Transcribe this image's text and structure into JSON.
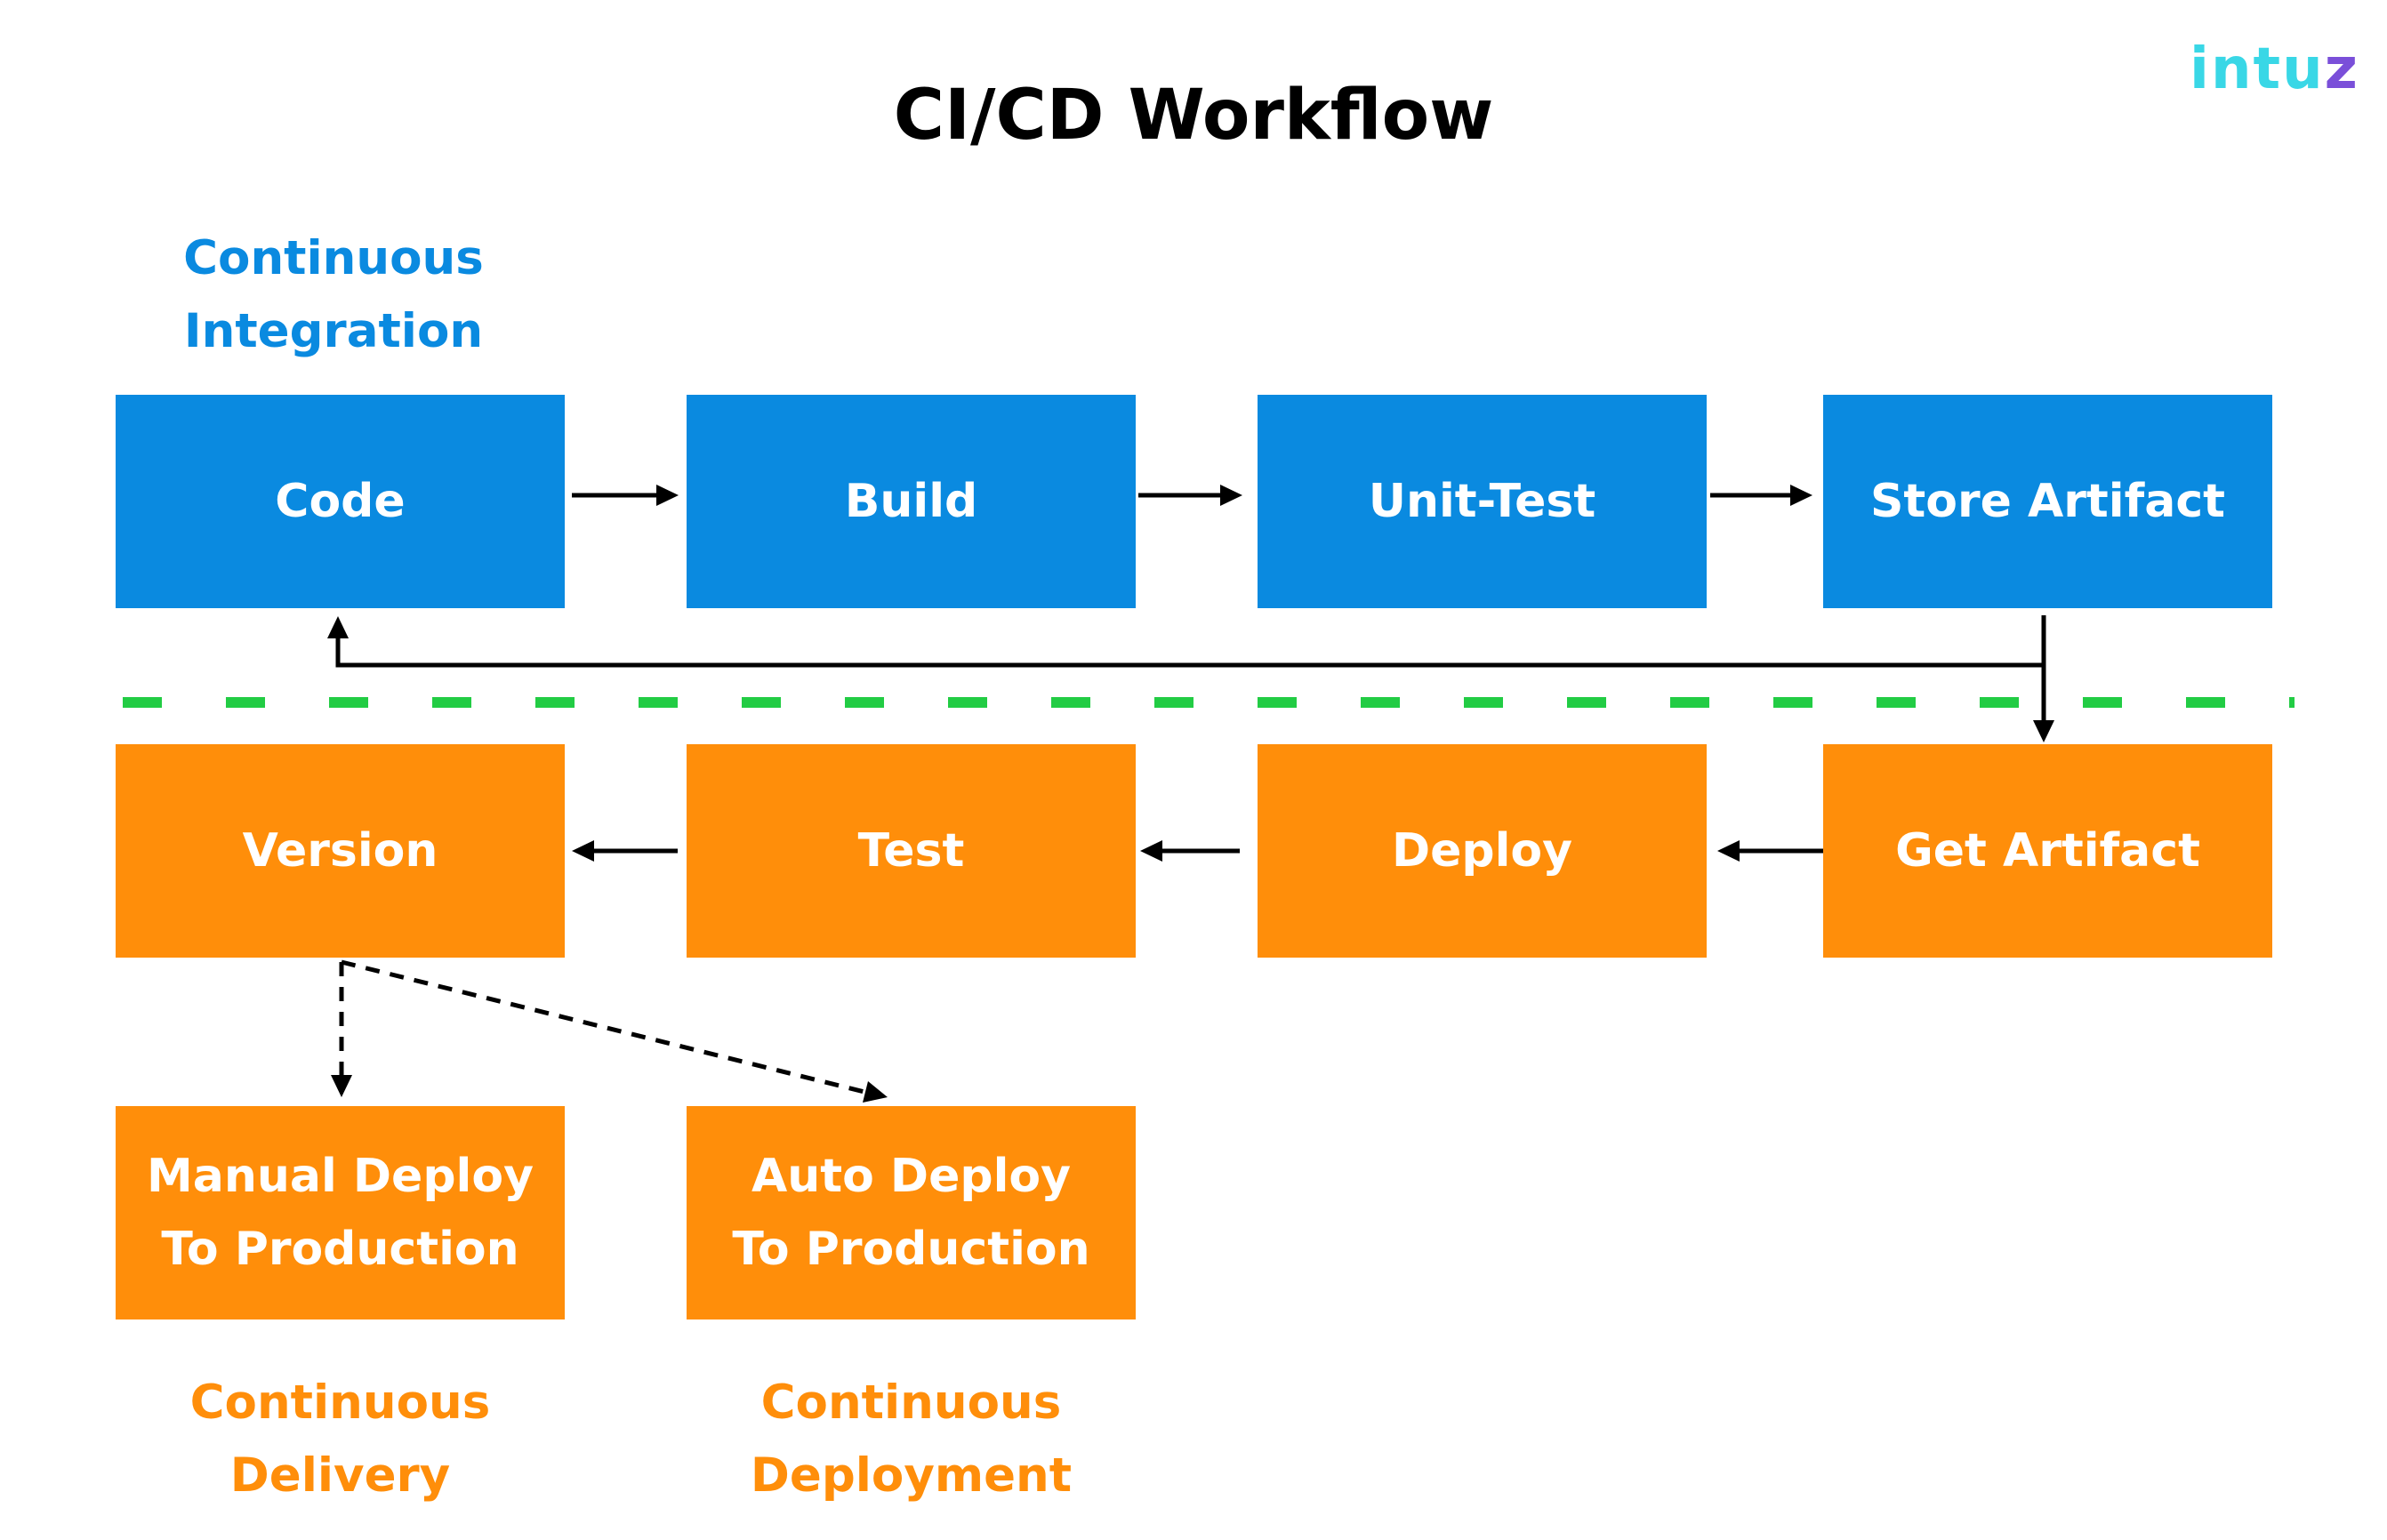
{
  "title": "CI/CD Workflow",
  "logo": {
    "text": "intuz",
    "alt": "Intuz logo"
  },
  "colors": {
    "blue": "#0a8ae0",
    "orange": "#ff8e0a",
    "divider": "#22cc44",
    "logo_cyan": "#39d7e6",
    "logo_purple": "#7a4fd9"
  },
  "labels": {
    "ci": "Continuous\nIntegration",
    "delivery": "Continuous\nDelivery",
    "deployment": "Continuous\nDeployment"
  },
  "stages": {
    "code": "Code",
    "build": "Build",
    "unit_test": "Unit-Test",
    "store_artifact": "Store Artifact",
    "get_artifact": "Get Artifact",
    "deploy": "Deploy",
    "test": "Test",
    "version": "Version",
    "manual_deploy": "Manual Deploy\nTo Production",
    "auto_deploy": "Auto Deploy\nTo Production"
  },
  "flow": [
    [
      "code",
      "build"
    ],
    [
      "build",
      "unit_test"
    ],
    [
      "unit_test",
      "store_artifact"
    ],
    [
      "store_artifact",
      "code"
    ],
    [
      "store_artifact",
      "get_artifact"
    ],
    [
      "get_artifact",
      "deploy"
    ],
    [
      "deploy",
      "test"
    ],
    [
      "test",
      "version"
    ],
    [
      "version",
      "manual_deploy"
    ],
    [
      "version",
      "auto_deploy"
    ]
  ]
}
